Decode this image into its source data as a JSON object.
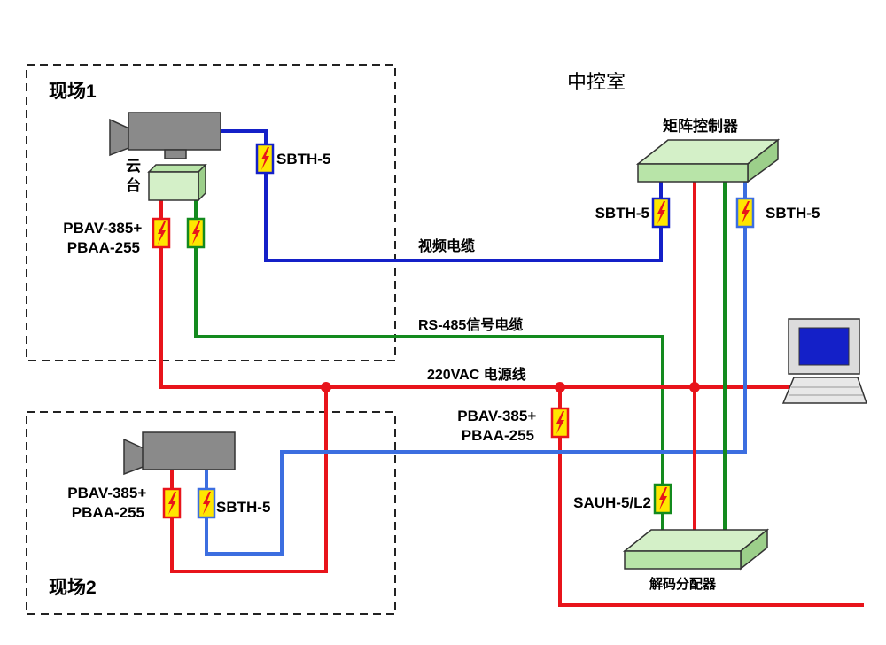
{
  "zones": {
    "site1": "现场1",
    "site2": "现场2",
    "control_room": "中控室"
  },
  "devices": {
    "ptz": "云\n台",
    "matrix": "矩阵控制器",
    "decoder": "解码分配器"
  },
  "protectors": {
    "sbth_site1_video": "SBTH-5",
    "pbav_site1": "PBAV-385+\nPBAA-255",
    "sbth_matrix_left": "SBTH-5",
    "sbth_matrix_right": "SBTH-5",
    "pbav_center": "PBAV-385+\nPBAA-255",
    "sauh": "SAUH-5/L2",
    "pbav_site2": "PBAV-385+\nPBAA-255",
    "sbth_site2": "SBTH-5"
  },
  "cables": {
    "video": "视频电缆",
    "rs485": "RS-485信号电缆",
    "power": "220VAC 电源线"
  },
  "colors": {
    "power": "#e8141b",
    "video": "#1420c8",
    "video_light": "#3c6ee0",
    "signal": "#138a1e",
    "device_fill": "#d4f0c8",
    "camera": "#8a8a8a",
    "protector_fill": "#ffe600"
  }
}
